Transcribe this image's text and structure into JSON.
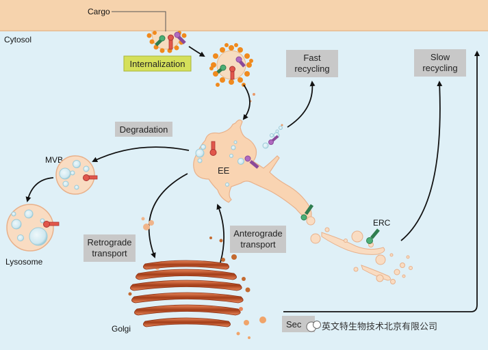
{
  "diagram": {
    "labels": {
      "cargo": "Cargo",
      "cytosol": "Cytosol",
      "internalization": "Internalization",
      "fast_recycling": [
        "Fast",
        "recycling"
      ],
      "slow_recycling": [
        "Slow",
        "recycling"
      ],
      "degradation": "Degradation",
      "mvb": "MVB",
      "ee": "EE",
      "lysosome": "Lysosome",
      "retrograde": [
        "Retrograde",
        "transport"
      ],
      "anterograde": [
        "Anterograde",
        "transport"
      ],
      "erc": "ERC",
      "golgi": "Golgi",
      "secretion": "Sec"
    },
    "watermark": "英文特生物技术北京有限公司",
    "colors": {
      "extracellular": "#f6d3ad",
      "cytosol": "#dff0f7",
      "label_box": "#c8c8c8",
      "internalization_box": "#d5e05a",
      "membrane": "#f6c89a",
      "golgi": "#b64a20",
      "cargo_green": "#4caf75",
      "cargo_purple": "#b06ac0",
      "cargo_red": "#e1574b",
      "cargo_dots": "#f08a1e"
    }
  }
}
